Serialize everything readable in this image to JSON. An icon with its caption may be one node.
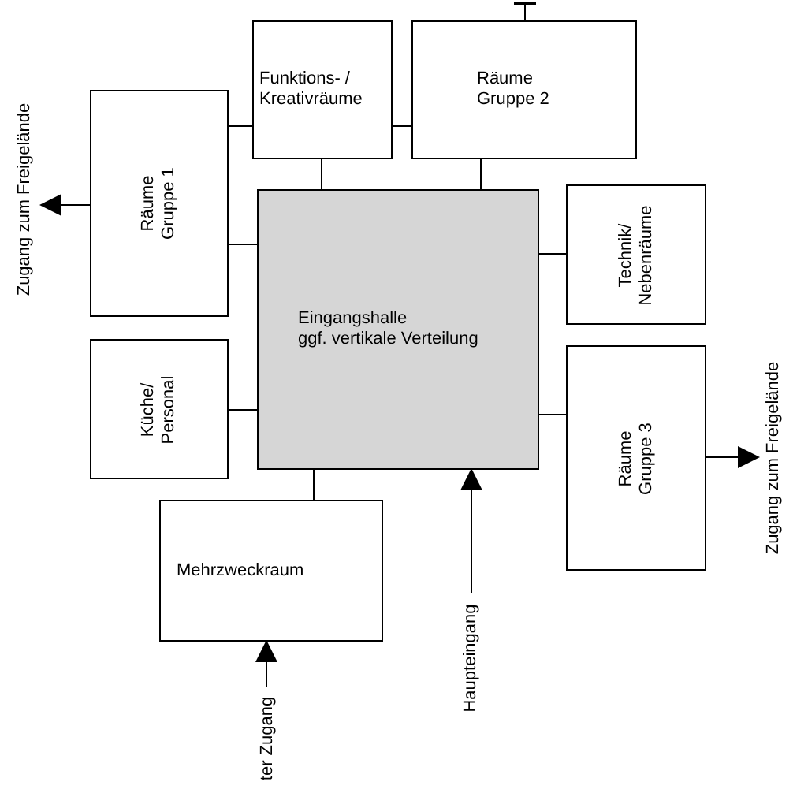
{
  "diagram": {
    "nodes": [
      {
        "text": [
          "Funktions- / Kreativräume"
        ]
      },
      {
        "text": [
          "Räume Gruppe 2"
        ]
      },
      {
        "text": [
          "Räume Gruppe 1"
        ]
      },
      {
        "text": [
          "Eingangshalle",
          "ggf. vertikale Verteilung"
        ]
      },
      {
        "text": [
          "Technik/ Nebenräume"
        ]
      },
      {
        "text": [
          "Küche/ Personal"
        ]
      },
      {
        "text": [
          "Räume Gruppe 3"
        ]
      },
      {
        "text": [
          "Mehrzweckraum"
        ]
      },
      {
        "text": [
          "Zugang zum Freigelände"
        ]
      },
      {
        "text": [
          "Zugang zum Freigelände"
        ]
      },
      {
        "text": [
          "Haupteingang"
        ]
      },
      {
        "text": [
          "ter Zugang"
        ]
      }
    ],
    "edges": [
      {
        "from": 2,
        "to": 0,
        "arrow": "none"
      },
      {
        "from": 0,
        "to": 1,
        "arrow": "none"
      },
      {
        "from": 0,
        "to": 3,
        "arrow": "none"
      },
      {
        "from": 1,
        "to": 3,
        "arrow": "none"
      },
      {
        "from": 2,
        "to": 3,
        "arrow": "none"
      },
      {
        "from": 3,
        "to": 4,
        "arrow": "none"
      },
      {
        "from": 5,
        "to": 3,
        "arrow": "none"
      },
      {
        "from": 3,
        "to": 6,
        "arrow": "none"
      },
      {
        "from": 3,
        "to": 7,
        "arrow": "none"
      },
      {
        "from": 2,
        "to": 8,
        "arrow": "to"
      },
      {
        "from": 6,
        "to": 9,
        "arrow": "to"
      },
      {
        "from": 10,
        "to": 3,
        "arrow": "to"
      },
      {
        "from": 11,
        "to": 7,
        "arrow": "to"
      },
      {
        "from": 1,
        "to": null,
        "arrow": "other"
      }
    ]
  }
}
